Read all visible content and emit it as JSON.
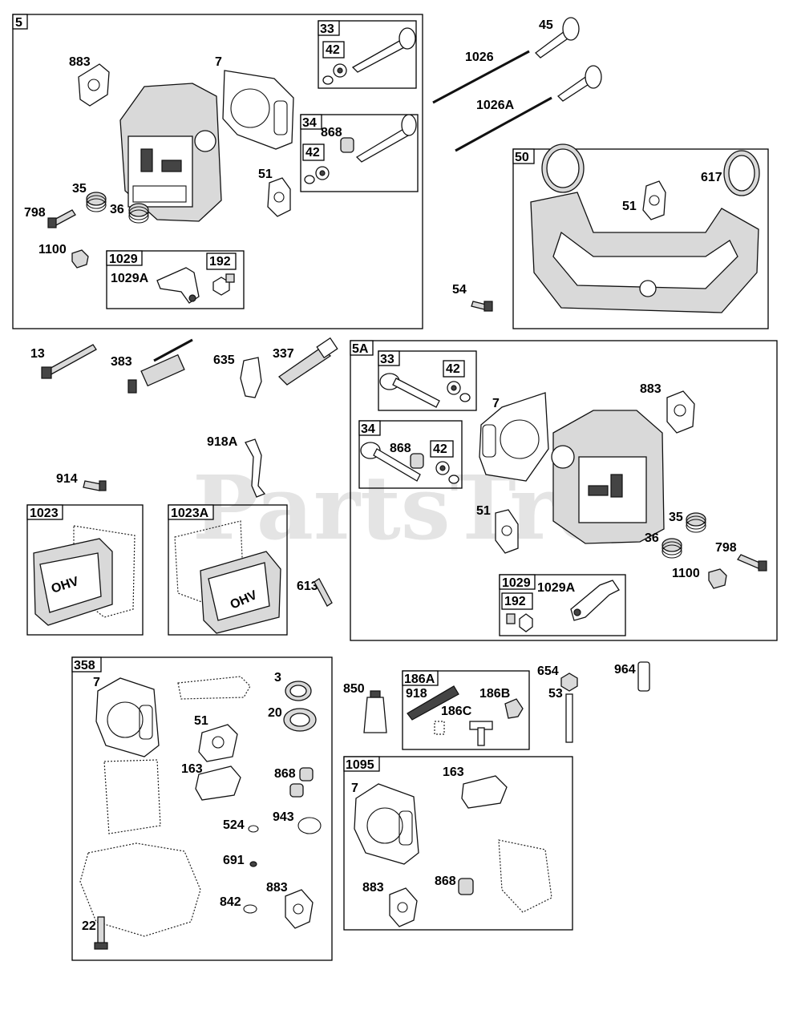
{
  "watermark": {
    "text": "PartsTree",
    "trademark": "™"
  },
  "groups": {
    "g5": "5",
    "g33a": "33",
    "g42a": "42",
    "g34a": "34",
    "g42b": "42",
    "g1029a": "1029",
    "g192a": "192",
    "g50": "50",
    "g5A": "5A",
    "g33b": "33",
    "g42c": "42",
    "g34b": "34",
    "g42d": "42",
    "g1029b": "1029",
    "g192b": "192",
    "g1023": "1023",
    "g1023A": "1023A",
    "g358": "358",
    "g186A": "186A",
    "g1095": "1095"
  },
  "labels": {
    "l883a": "883",
    "l7a": "7",
    "l868a": "868",
    "l51a": "51",
    "l35a": "35",
    "l798a": "798",
    "l36a": "36",
    "l1100a": "1100",
    "l1029Aa": "1029A",
    "l45": "45",
    "l1026": "1026",
    "l1026A": "1026A",
    "l51b": "51",
    "l617": "617",
    "l54": "54",
    "l13": "13",
    "l383": "383",
    "l635": "635",
    "l337": "337",
    "l918A": "918A",
    "l914": "914",
    "l613": "613",
    "l7b": "7",
    "l883b": "883",
    "l868b": "868",
    "l51c": "51",
    "l35b": "35",
    "l36b": "36",
    "l798b": "798",
    "l1100b": "1100",
    "l1029Ab": "1029A",
    "l7c": "7",
    "l3": "3",
    "l20": "20",
    "l51d": "51",
    "l163a": "163",
    "l868c": "868",
    "l524": "524",
    "l943": "943",
    "l691": "691",
    "l883c": "883",
    "l842": "842",
    "l22": "22",
    "l850": "850",
    "l918": "918",
    "l186B": "186B",
    "l186C": "186C",
    "l654": "654",
    "l53": "53",
    "l964": "964",
    "l7d": "7",
    "l163b": "163",
    "l883d": "883",
    "l868d": "868"
  },
  "cover_emblem": "OHV"
}
